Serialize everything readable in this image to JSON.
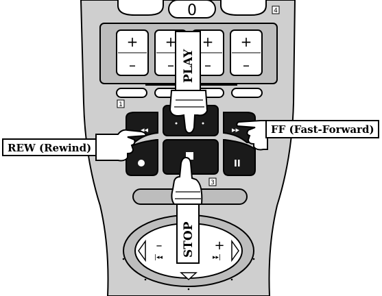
{
  "diagram": {
    "top_key_label": "0",
    "section_markers": [
      "1",
      "3",
      "4"
    ],
    "channel_plus": "+",
    "channel_minus": "–",
    "callouts": {
      "play": "PLAY",
      "rewind": "REW (Rewind)",
      "fast_forward": "FF (Fast-Forward)",
      "stop": "STOP"
    },
    "shuttle": {
      "minus": "–",
      "plus": "+"
    }
  }
}
